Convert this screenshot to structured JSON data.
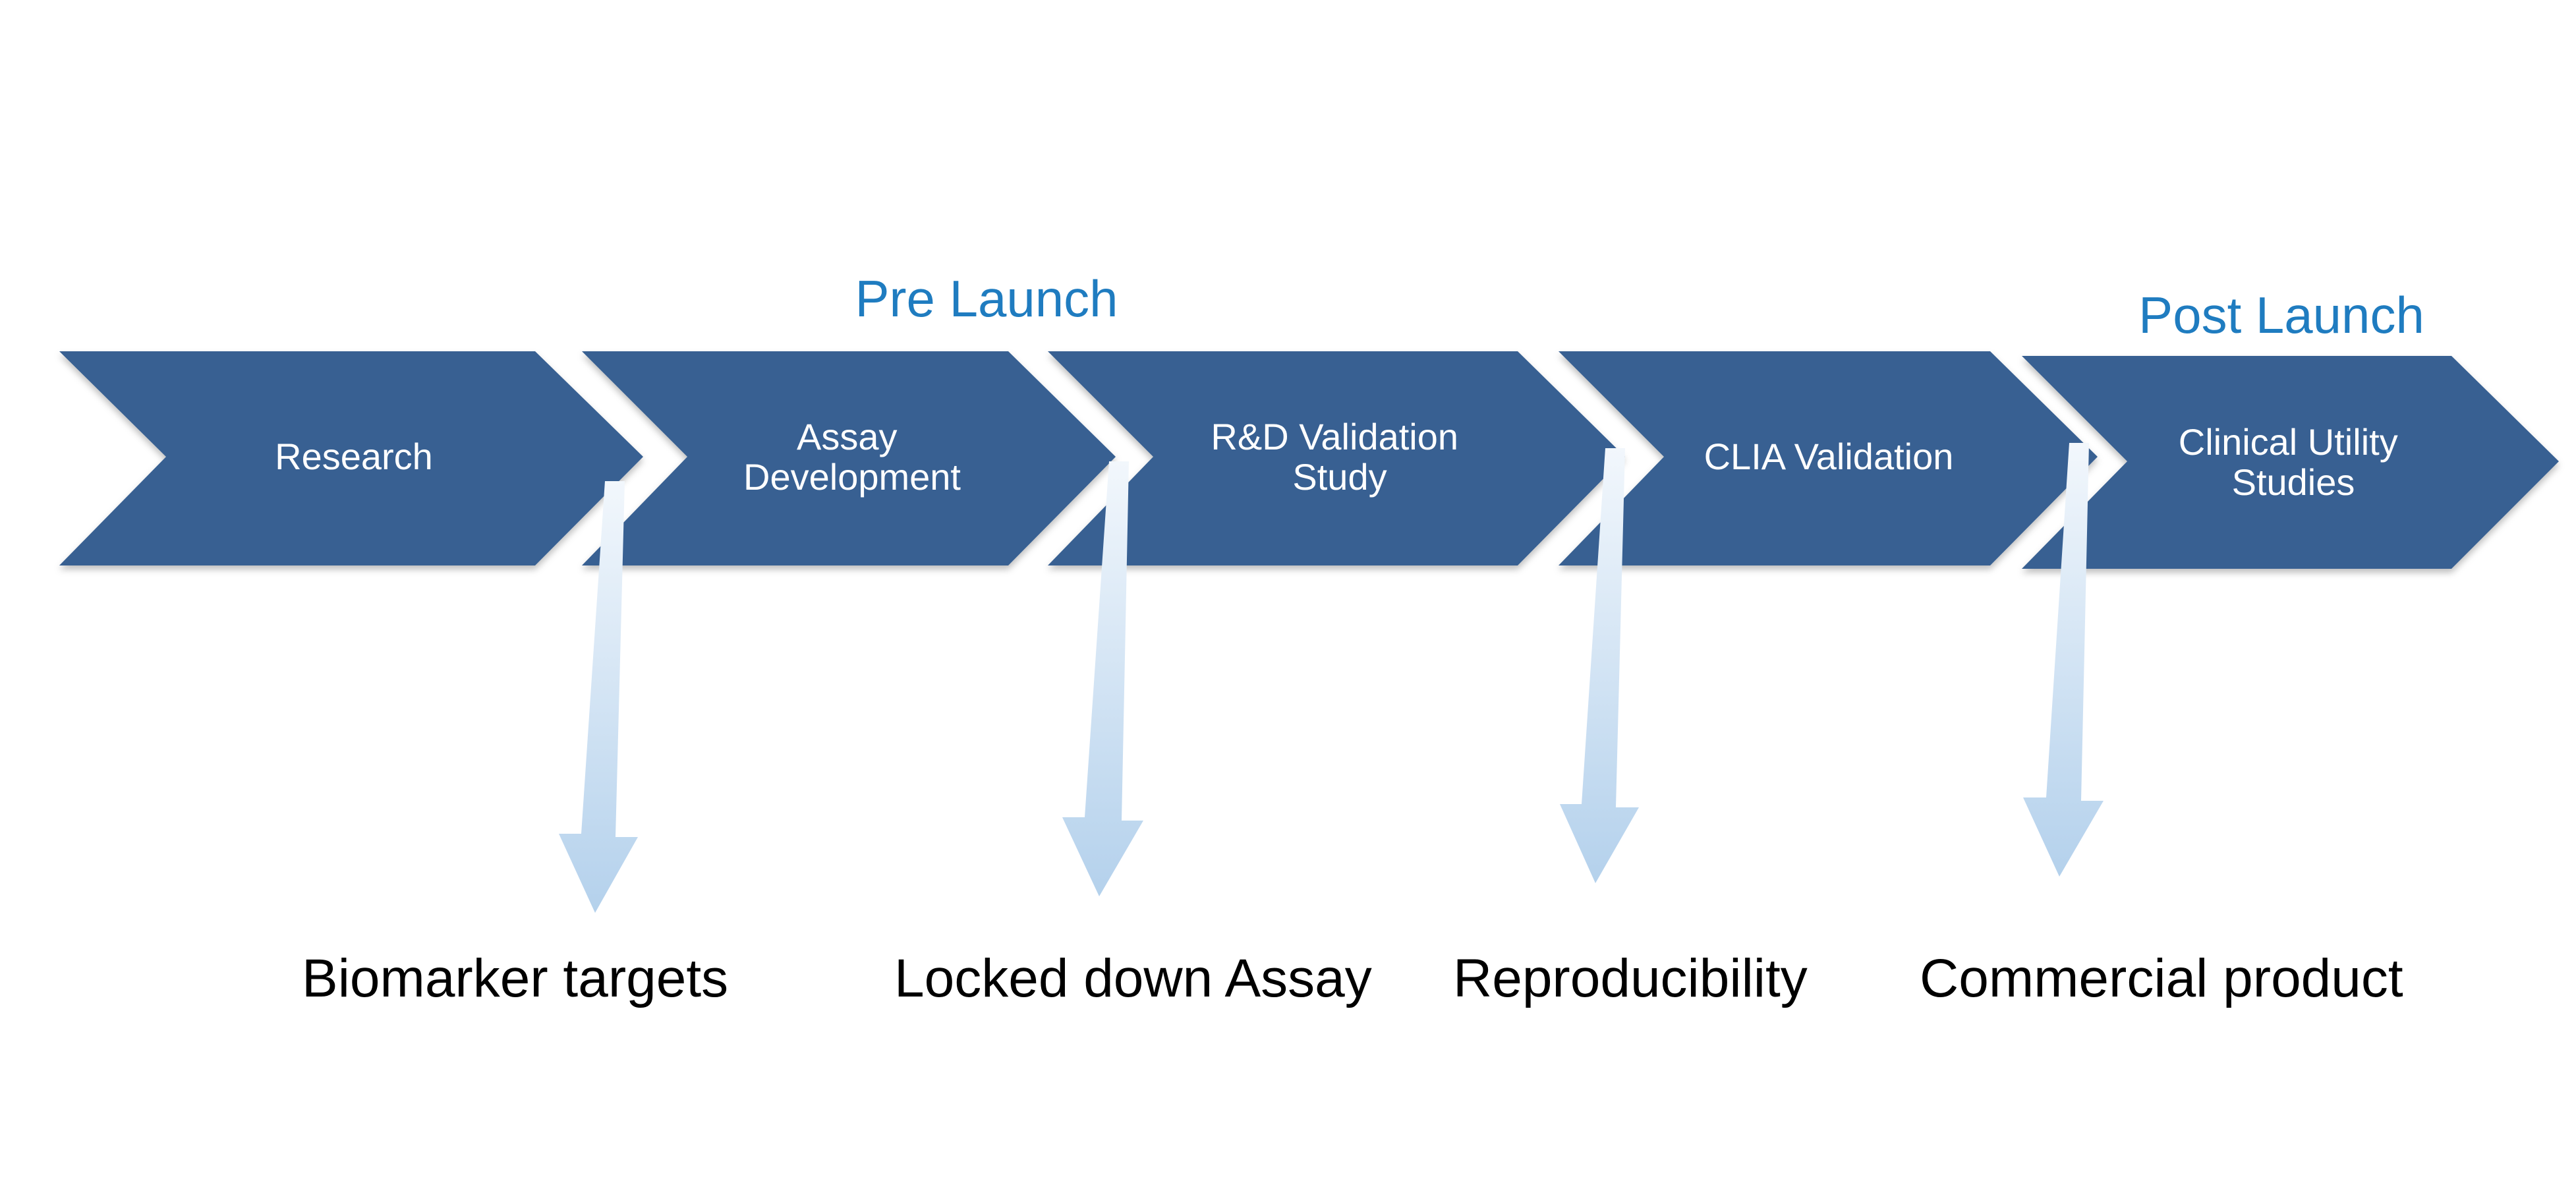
{
  "phases": {
    "pre_launch": "Pre Launch",
    "post_launch": "Post Launch"
  },
  "steps": [
    {
      "lines": [
        "Research"
      ]
    },
    {
      "lines": [
        "Assay",
        "Development"
      ]
    },
    {
      "lines": [
        "R&D Validation",
        "Study"
      ]
    },
    {
      "lines": [
        "CLIA Validation"
      ]
    },
    {
      "lines": [
        "Clinical Utility",
        "Studies"
      ]
    }
  ],
  "outcomes": [
    "Biomarker targets",
    "Locked down Assay",
    "Reproducibility",
    "Commercial product"
  ],
  "colors": {
    "chevron_fill": "#376092",
    "phase_text": "#1f7cc0",
    "arrow_top": "#f2f7fc",
    "arrow_bottom": "#b4d1ec",
    "outcome_text": "#000000"
  }
}
